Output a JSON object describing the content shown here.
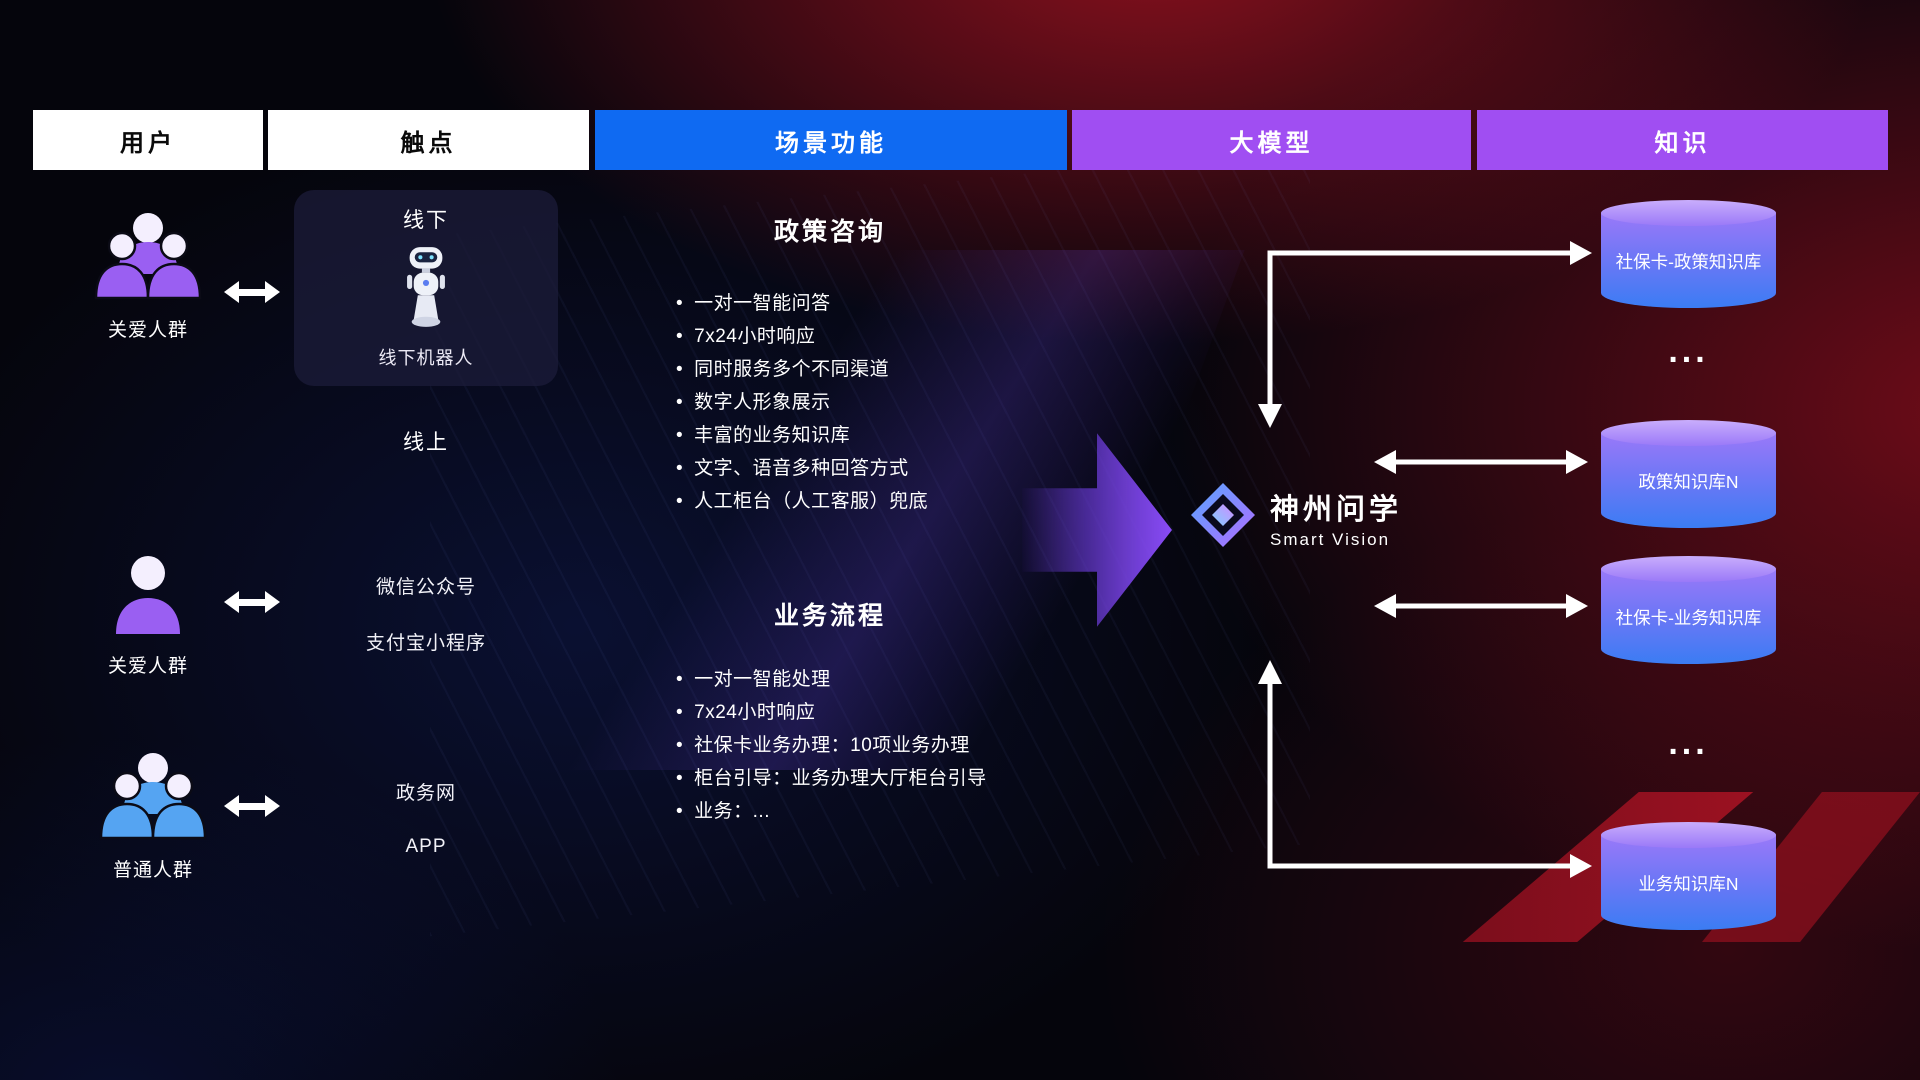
{
  "header": {
    "columns": [
      {
        "label": "用户",
        "bg": "#ffffff",
        "color": "#0a0a0a"
      },
      {
        "label": "触点",
        "bg": "#ffffff",
        "color": "#0a0a0a"
      },
      {
        "label": "场景功能",
        "bg": "#0f6af2",
        "color": "#ffffff"
      },
      {
        "label": "大模型",
        "bg": "#a04ef2",
        "color": "#ffffff"
      },
      {
        "label": "知识",
        "bg": "#a04ef2",
        "color": "#ffffff"
      }
    ]
  },
  "users": [
    {
      "label": "关爱人群",
      "icon": "group-icon",
      "color": "#9a5ff2"
    },
    {
      "label": "关爱人群",
      "icon": "person-icon",
      "color": "#9a5ff2"
    },
    {
      "label": "普通人群",
      "icon": "group-icon",
      "color": "#55a4f2"
    }
  ],
  "touchpoints": {
    "offline": {
      "title": "线下",
      "robot_label": "线下机器人"
    },
    "online_title": "线上",
    "wechat": "微信公众号",
    "alipay": "支付宝小程序",
    "gov": "政务网",
    "app": "APP"
  },
  "scenes": [
    {
      "title": "政策咨询",
      "items": [
        "一对一智能问答",
        "7x24小时响应",
        "同时服务多个不同渠道",
        "数字人形象展示",
        "丰富的业务知识库",
        "文字、语音多种回答方式",
        "人工柜台（人工客服）兜底"
      ]
    },
    {
      "title": "业务流程",
      "items": [
        "一对一智能处理",
        "7x24小时响应",
        "社保卡业务办理：10项业务办理",
        "柜台引导：业务办理大厅柜台引导",
        "业务：..."
      ]
    }
  ],
  "model": {
    "name": "神州问学",
    "subtitle": "Smart Vision"
  },
  "knowledge": {
    "db1": "社保卡-政策知识库",
    "ellipsis1": "...",
    "db2": "政策知识库N",
    "db3": "社保卡-业务知识库",
    "ellipsis2": "...",
    "db4": "业务知识库N"
  },
  "colors": {
    "header_blue": "#0f6af2",
    "header_purple": "#a04ef2",
    "flow_arrow_purple": "#8a4cf8",
    "cylinder_top": "#b493fa",
    "cylinder_bottom": "#3b7cf3",
    "background_red": "#8e1220",
    "background_blue": "#122a6e",
    "user_purple": "#9a5ff2",
    "user_blue": "#55a4f2"
  }
}
